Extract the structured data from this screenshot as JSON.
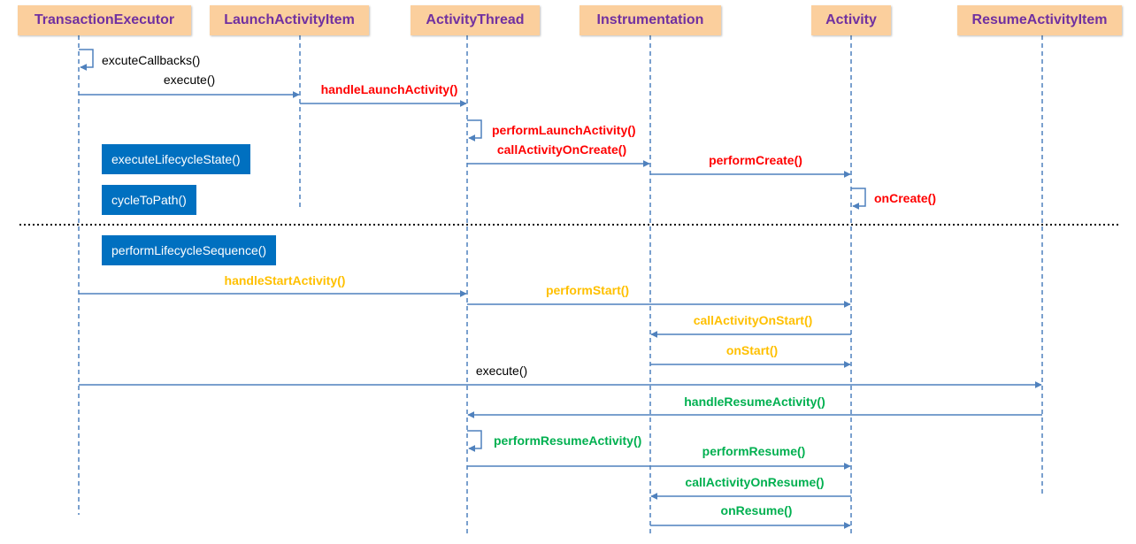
{
  "colors": {
    "actor_fill": "#fbcf9d",
    "actor_text": "#7030a0",
    "lifeline": "#4f81bd",
    "arrow": "#4f81bd",
    "note_fill": "#0070c0",
    "red": "#ff0000",
    "orange": "#ffc000",
    "green": "#00b050",
    "black": "#000000"
  },
  "actors": [
    {
      "id": "te",
      "label": "TransactionExecutor"
    },
    {
      "id": "lai",
      "label": "LaunchActivityItem"
    },
    {
      "id": "at",
      "label": "ActivityThread"
    },
    {
      "id": "ins",
      "label": "Instrumentation"
    },
    {
      "id": "act",
      "label": "Activity"
    },
    {
      "id": "rai",
      "label": "ResumeActivityItem"
    }
  ],
  "notes": [
    {
      "label": "executeLifecycleState()"
    },
    {
      "label": "cycleToPath()"
    },
    {
      "label": "performLifecycleSequence()"
    }
  ],
  "messages": [
    {
      "label": "excuteCallbacks()",
      "from": "te",
      "to": "te",
      "self": true,
      "color": "black"
    },
    {
      "label": "execute()",
      "from": "te",
      "to": "lai",
      "color": "black"
    },
    {
      "label": "handleLaunchActivity()",
      "from": "lai",
      "to": "at",
      "color": "red"
    },
    {
      "label": "performLaunchActivity()",
      "from": "at",
      "to": "at",
      "self": true,
      "color": "red"
    },
    {
      "label": "callActivityOnCreate()",
      "from": "at",
      "to": "ins",
      "color": "red"
    },
    {
      "label": "performCreate()",
      "from": "ins",
      "to": "act",
      "color": "red"
    },
    {
      "label": "onCreate()",
      "from": "act",
      "to": "act",
      "self": true,
      "color": "red"
    },
    {
      "label": "handleStartActivity()",
      "from": "te",
      "to": "at",
      "color": "orange"
    },
    {
      "label": "performStart()",
      "from": "at",
      "to": "act",
      "color": "orange"
    },
    {
      "label": "callActivityOnStart()",
      "from": "act",
      "to": "ins",
      "color": "orange"
    },
    {
      "label": "onStart()",
      "from": "ins",
      "to": "act",
      "color": "orange"
    },
    {
      "label": "execute()",
      "from": "te",
      "to": "rai",
      "color": "black"
    },
    {
      "label": "handleResumeActivity()",
      "from": "rai",
      "to": "at",
      "color": "green"
    },
    {
      "label": "performResumeActivity()",
      "from": "at",
      "to": "at",
      "self": true,
      "color": "green"
    },
    {
      "label": "performResume()",
      "from": "at",
      "to": "act",
      "color": "green"
    },
    {
      "label": "callActivityOnResume()",
      "from": "act",
      "to": "ins",
      "color": "green"
    },
    {
      "label": "onResume()",
      "from": "ins",
      "to": "act",
      "color": "green"
    }
  ]
}
